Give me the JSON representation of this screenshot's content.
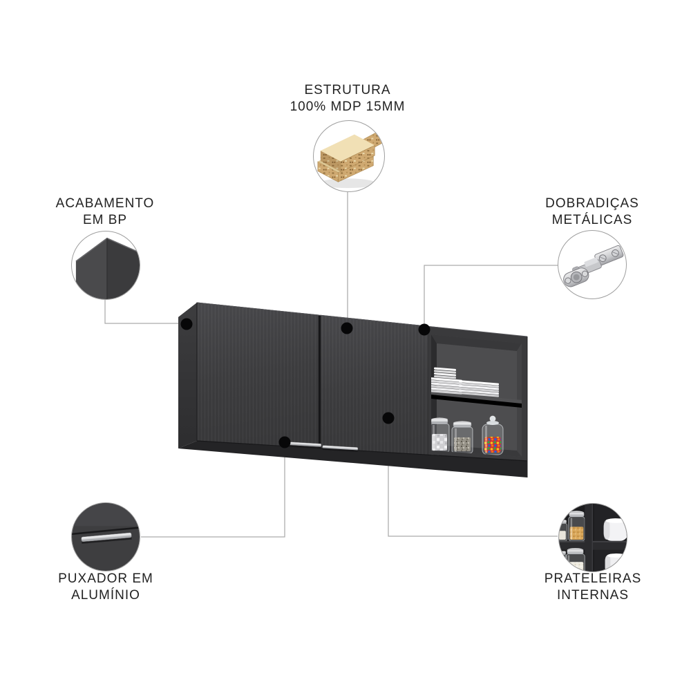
{
  "callouts": {
    "estrutura": {
      "line1": "ESTRUTURA",
      "line2": "100% MDP 15MM",
      "icon": "mdp-board-icon"
    },
    "acabamento": {
      "line1": "ACABAMENTO",
      "line2": "EM BP",
      "icon": "bp-finish-icon"
    },
    "dobradicas": {
      "line1": "DOBRADIÇAS",
      "line2": "METÁLICAS",
      "icon": "metal-hinge-icon"
    },
    "puxador": {
      "line1": "PUXADOR EM",
      "line2": "ALUMÍNIO",
      "icon": "aluminum-handle-icon"
    },
    "prateleiras": {
      "line1": "PRATELEIRAS",
      "line2": "INTERNAS",
      "icon": "internal-shelves-icon"
    }
  },
  "colors": {
    "background": "#ffffff",
    "cabinet_body": "#3f3f41",
    "cabinet_side": "#323234",
    "interior_back": "#4d4d4f",
    "handle_silver": "#d9dadc",
    "connector_line": "#ababab",
    "callout_dot": "#070708",
    "label_text": "#222222",
    "wood_mdp": "#cfa971"
  }
}
